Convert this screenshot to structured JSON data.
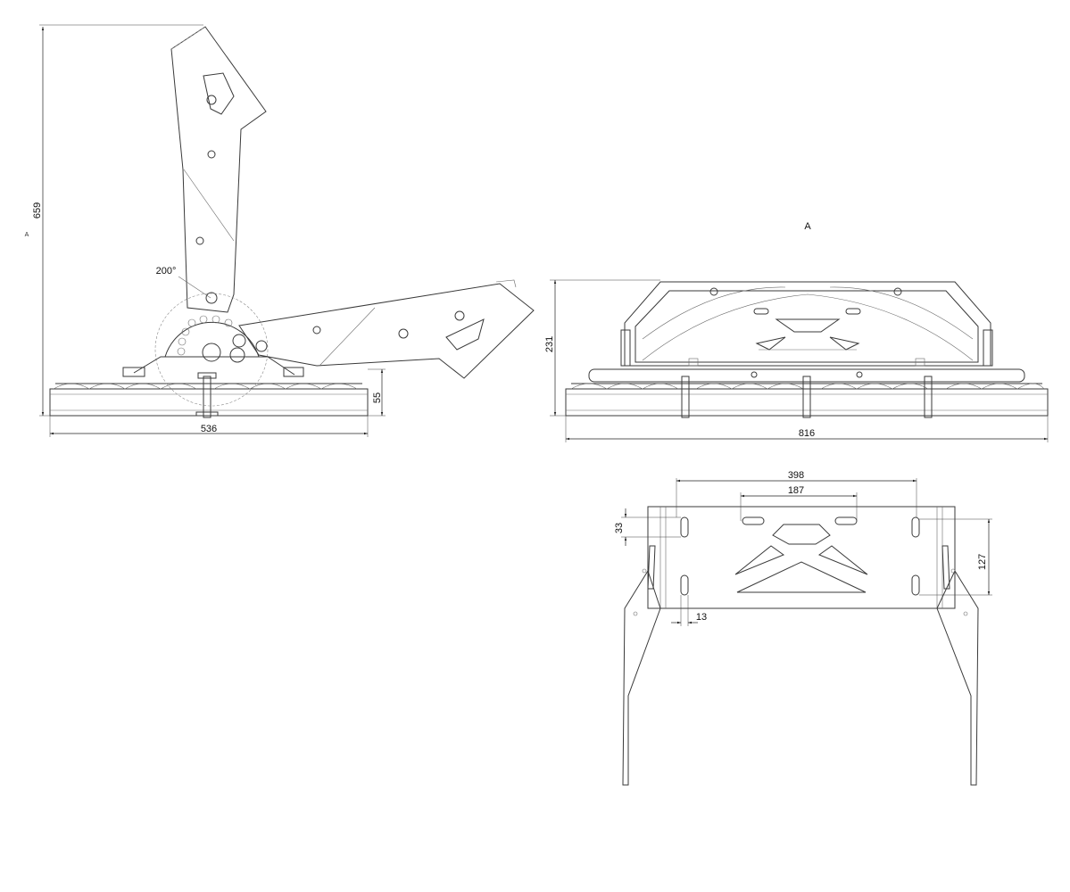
{
  "views": {
    "side": {
      "height_label": "659",
      "angle_label": "200°",
      "thickness_label": "55",
      "width_label": "536",
      "marker_label": "A"
    },
    "front": {
      "view_label": "A",
      "height_label": "231",
      "width_label": "816"
    },
    "bracket": {
      "overall_label": "398",
      "slot_spacing_label": "187",
      "slot_offset_label": "33",
      "slot_height_label": "127",
      "slot_width_label": "13"
    }
  }
}
